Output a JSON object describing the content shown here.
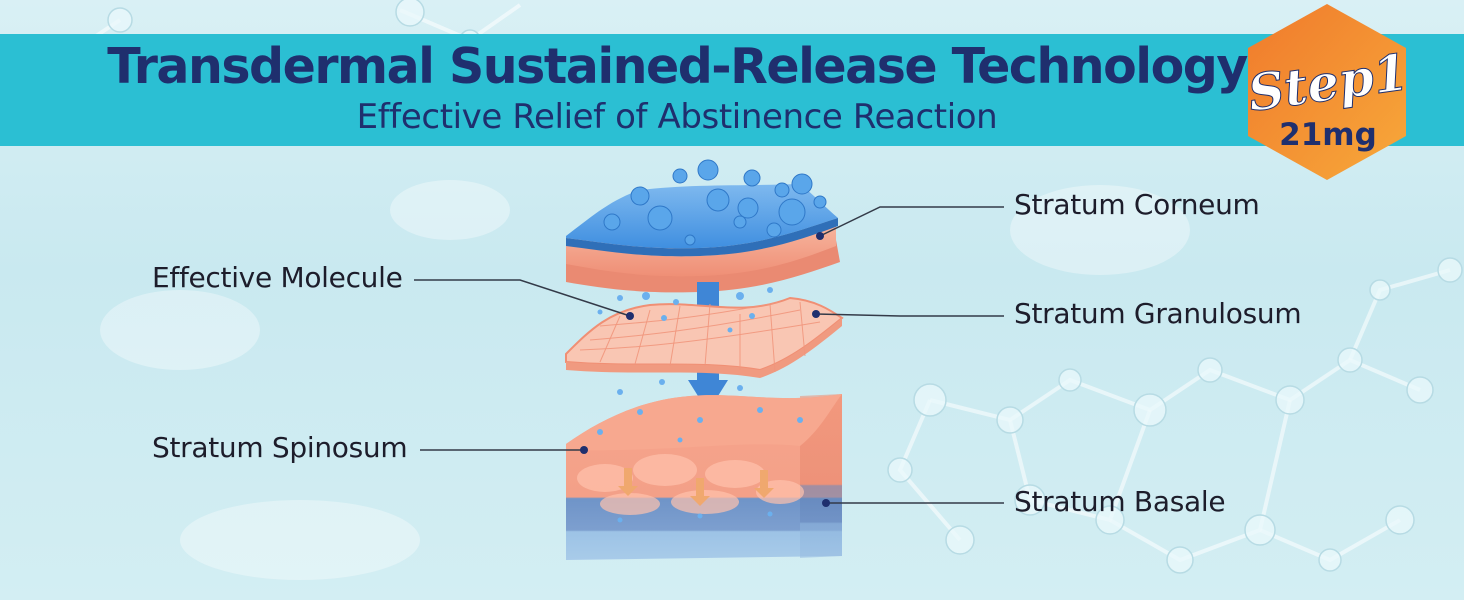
{
  "header": {
    "title": "Transdermal Sustained-Release Technology",
    "subtitle": "Effective Relief of Abstinence Reaction"
  },
  "badge": {
    "step_text": "Step1",
    "dose_text": "21mg"
  },
  "labels": {
    "stratum_corneum": "Stratum Corneum",
    "effective_molecule": "Effective Molecule",
    "stratum_granulosum": "Stratum Granulosum",
    "stratum_spinosum": "Stratum Spinosum",
    "stratum_basale": "Stratum Basale"
  },
  "colors": {
    "banner": "#2bbfd3",
    "title_text": "#1f2f6e",
    "badge_orange": "#f07a2c",
    "badge_yellow": "#f7a93a",
    "patch_blue": "#3f8fe0",
    "skin_pink": "#f5a48a",
    "basal_blue": "#6d93c7"
  }
}
